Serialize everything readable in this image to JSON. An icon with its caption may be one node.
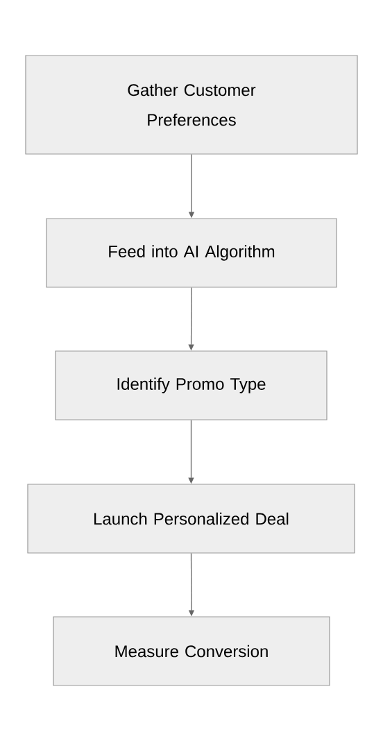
{
  "diagram": {
    "nodes": [
      {
        "text": [
          "Gather Customer Preferences"
        ]
      },
      {
        "text": [
          "Feed into AI Algorithm"
        ]
      },
      {
        "text": [
          "Identify Promo Type"
        ]
      },
      {
        "text": [
          "Launch Personalized Deal"
        ]
      },
      {
        "text": [
          "Measure Conversion"
        ]
      }
    ],
    "edges": [
      {
        "from": 0,
        "to": 1,
        "arrow": "to"
      },
      {
        "from": 1,
        "to": 2,
        "arrow": "to"
      },
      {
        "from": 2,
        "to": 3,
        "arrow": "to"
      },
      {
        "from": 3,
        "to": 4,
        "arrow": "to"
      }
    ]
  }
}
